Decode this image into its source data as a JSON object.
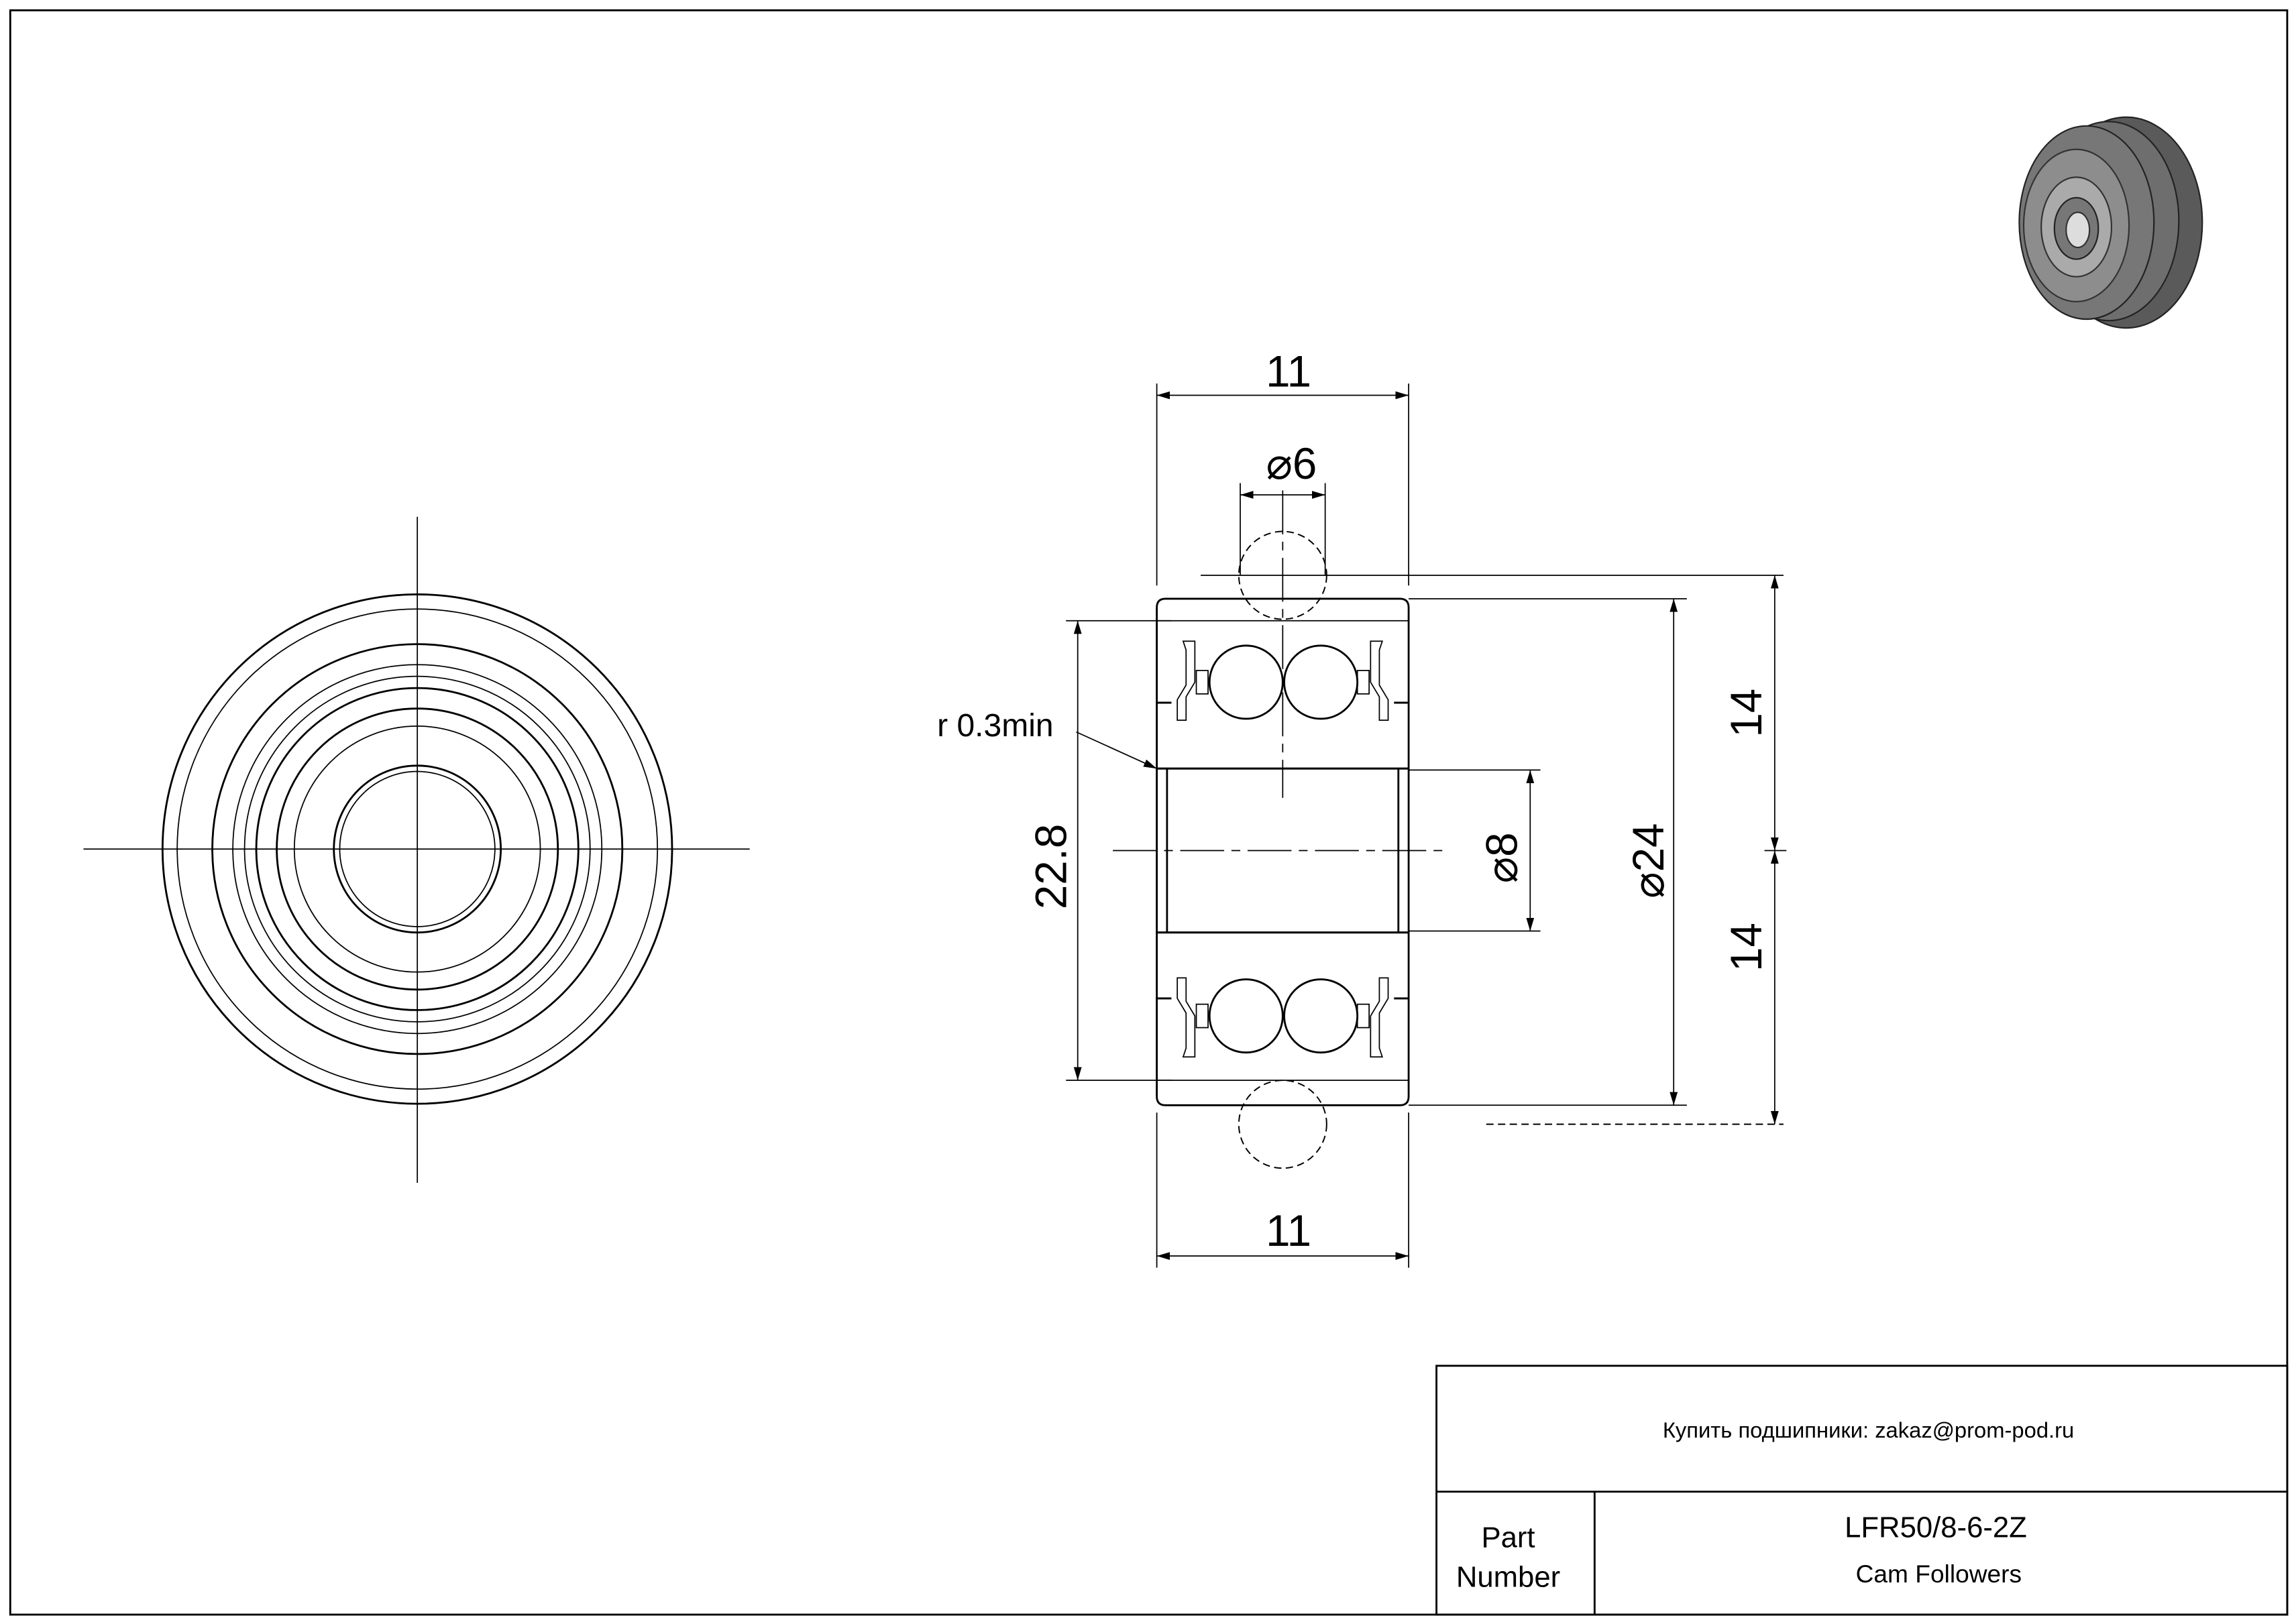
{
  "drawing": {
    "dimensions": {
      "width_top": "11",
      "ball_dia": "⌀6",
      "height_inner": "22.8",
      "radius_note": "r 0.3min",
      "bore_dia": "⌀8",
      "outer_dia": "⌀24",
      "half_top": "14",
      "half_bottom": "14",
      "width_bottom": "11"
    }
  },
  "title_block": {
    "contact": "Купить подшипники: zakaz@prom-pod.ru",
    "part_label_line1": "Part",
    "part_label_line2": "Number",
    "part_number": "LFR50/8-6-2Z",
    "part_type": "Cam Followers"
  }
}
